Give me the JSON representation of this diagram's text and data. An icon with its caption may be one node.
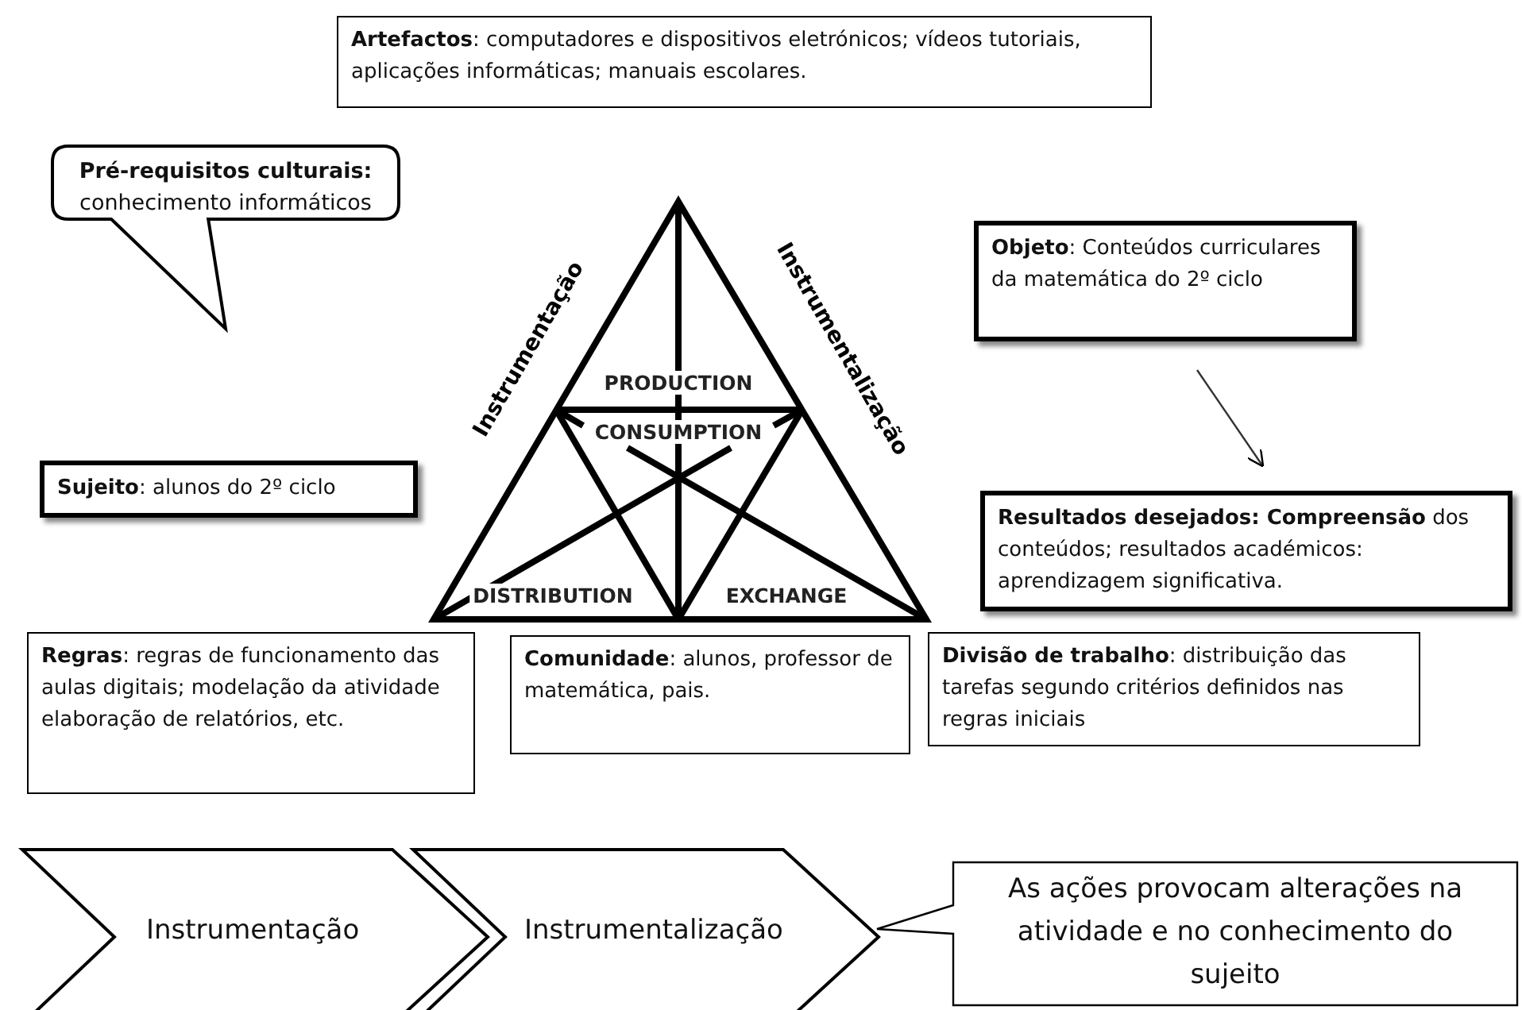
{
  "diagram": {
    "nodes": [
      {
        "text": [
          "**Artefactos**: computadores e dispositivos eletrónicos; vídeos tutoriais, aplicações informáticas; manuais escolares."
        ]
      },
      {
        "text": [
          "**Pré-requisitos culturais:** conhecimento informáticos"
        ]
      },
      {
        "text": [
          "PRODUCTION",
          "CONSUMPTION",
          "DISTRIBUTION",
          "EXCHANGE"
        ],
        "beside": [
          "Instrumentação",
          "Instrumentalização"
        ]
      },
      {
        "text": [
          "**Objeto**: Conteúdos curriculares da matemática do 2º ciclo"
        ]
      },
      {
        "text": [
          "**Sujeito**: alunos do 2º ciclo"
        ]
      },
      {
        "text": [
          "**Resultados desejados: Compreensão** dos conteúdos; resultados académicos: aprendizagem significativa."
        ]
      },
      {
        "text": [
          "**Regras**: regras de funcionamento das aulas digitais; modelação da atividade elaboração de relatórios, etc."
        ]
      },
      {
        "text": [
          "**Comunidade**: alunos, professor de matemática, pais."
        ]
      },
      {
        "text": [
          "**Divisão de trabalho**: distribuição das tarefas segundo critérios definidos nas regras iniciais"
        ]
      },
      {
        "text": [
          "Instrumentação"
        ]
      },
      {
        "text": [
          "Instrumentalização"
        ]
      },
      {
        "text": [
          "As ações provocam alterações na atividade e no conhecimento do sujeito"
        ]
      }
    ],
    "edges": [
      {
        "from": 3,
        "to": 5,
        "arrow": "to"
      }
    ]
  }
}
